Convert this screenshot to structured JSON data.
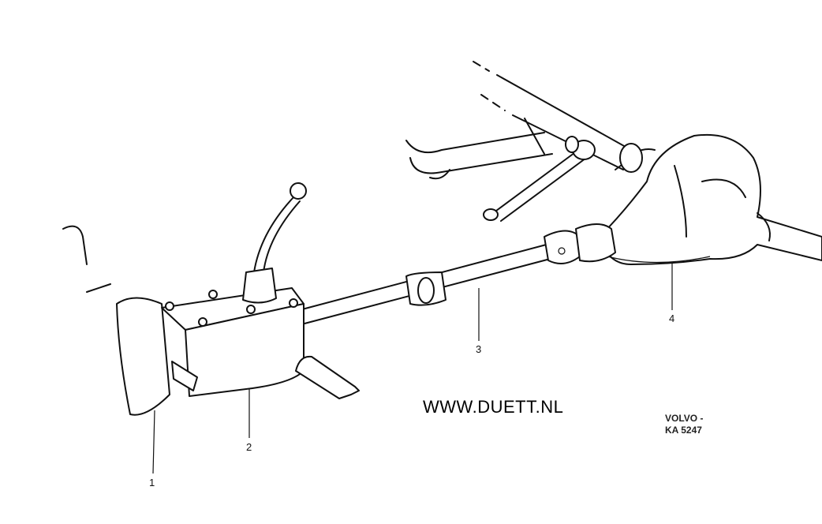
{
  "callouts": [
    "1",
    "2",
    "3",
    "4"
  ],
  "watermark": "WWW.DUETT.NL",
  "stamp": {
    "line1": "VOLVO -",
    "line2": "KA 5247"
  }
}
